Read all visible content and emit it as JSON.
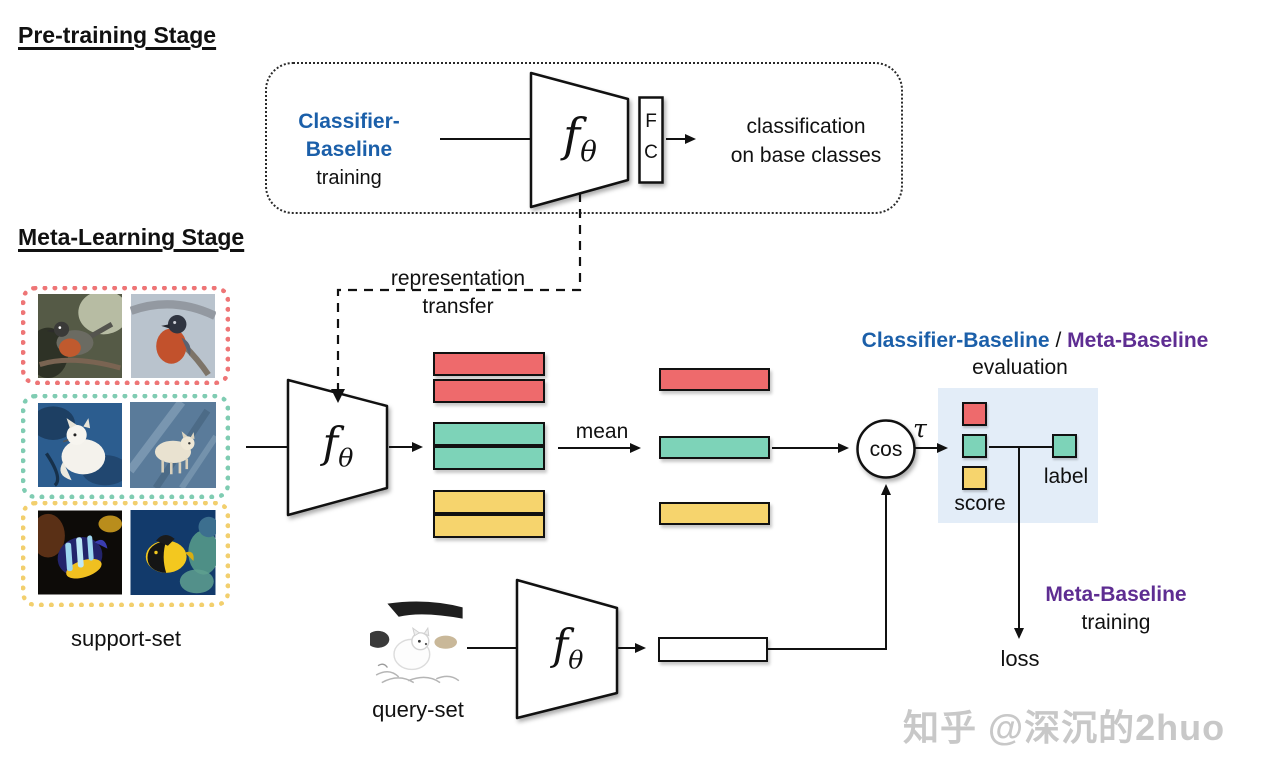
{
  "colors": {
    "red": "#ee6a6c",
    "teal": "#7dd3b8",
    "yellow": "#f6d46d",
    "white_bar": "#ffffff",
    "red_border": "#ee7576",
    "teal_border": "#7fccb2",
    "yellow_border": "#f2cf6d",
    "blue_text": "#1b5fa9",
    "purple_text": "#5e2d92",
    "panel_bg": "#e3edf8",
    "watermark_gray": "#c8c8c8"
  },
  "headings": {
    "pretraining": "Pre-training Stage",
    "meta_learning": "Meta-Learning Stage"
  },
  "pretraining": {
    "model_name": "Classifier-Baseline",
    "model_action": "training",
    "encoder": {
      "f": "f",
      "theta": "θ"
    },
    "fc": {
      "top": "F",
      "bottom": "C"
    },
    "output_line1": "classification",
    "output_line2": "on base classes"
  },
  "transfer": {
    "line1": "representation",
    "line2": "transfer"
  },
  "meta": {
    "support_label": "support-set",
    "query_label": "query-set",
    "encoder": {
      "f": "f",
      "theta": "θ"
    },
    "query_encoder": {
      "f": "f",
      "theta": "θ"
    },
    "mean_label": "mean",
    "cos_label": "cos",
    "tau": "τ",
    "eval_header": {
      "classifier": "Classifier-Baseline",
      "separator": "/",
      "meta": "Meta-Baseline",
      "sub": "evaluation"
    },
    "score_label": "score",
    "label_label": "label",
    "training_header": {
      "name": "Meta-Baseline",
      "sub": "training"
    },
    "loss_label": "loss"
  },
  "watermark": "知乎 @深沉的2huo"
}
